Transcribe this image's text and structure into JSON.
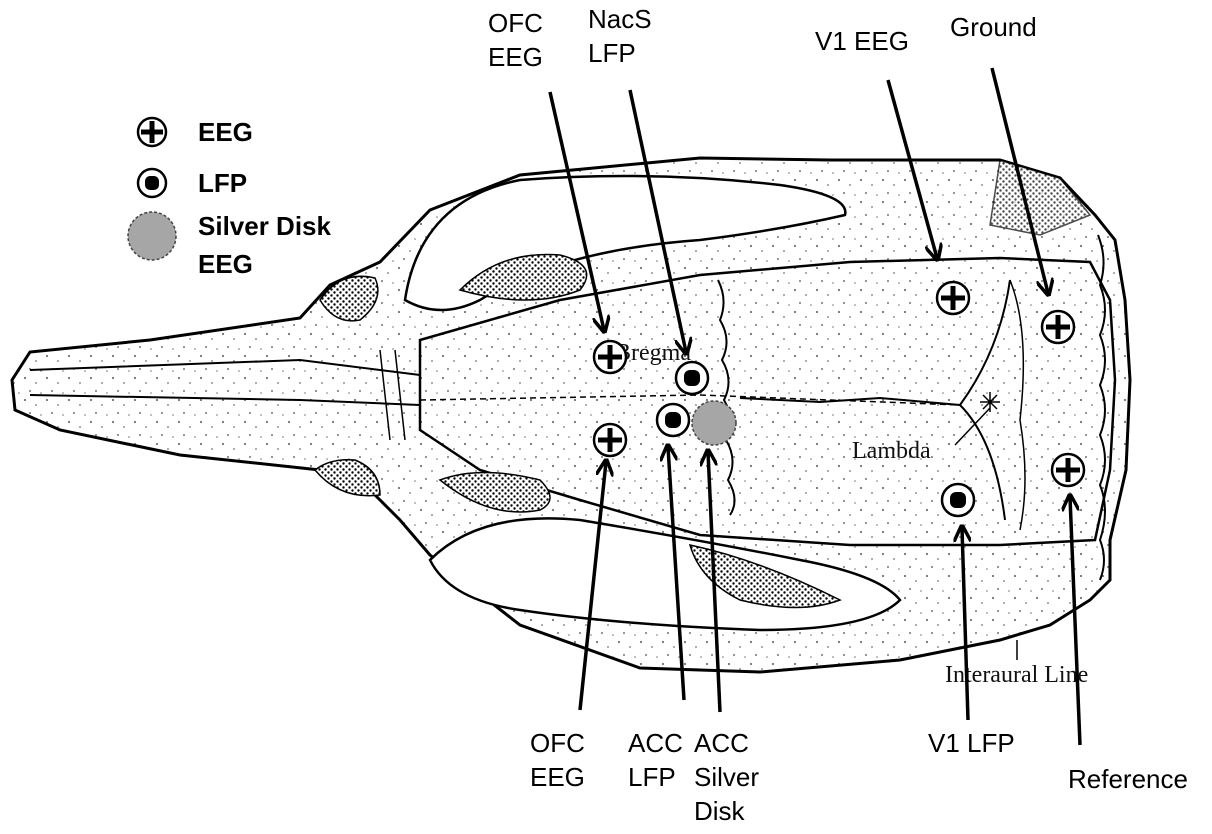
{
  "legend": {
    "eeg": "EEG",
    "lfp": "LFP",
    "silver_disk_line1": "Silver Disk",
    "silver_disk_line2": "EEG"
  },
  "skull_labels": {
    "bregma": "Bregma",
    "lambda": "Lambda",
    "interaural": "Interaural Line"
  },
  "callouts": {
    "ofc_eeg_top": [
      "OFC",
      "EEG"
    ],
    "nacs_lfp": [
      "NacS",
      "LFP"
    ],
    "v1_eeg": "V1 EEG",
    "ground": "Ground",
    "ofc_eeg_bottom": [
      "OFC",
      "EEG"
    ],
    "acc_lfp": [
      "ACC",
      "LFP"
    ],
    "acc_silver_disk": [
      "ACC",
      "Silver",
      "Disk"
    ],
    "v1_lfp": "V1 LFP",
    "reference": "Reference"
  },
  "colors": {
    "ink": "#000000",
    "silver_disk_fill": "#a6a6a6"
  },
  "icons": {
    "eeg": "circled-plus-icon",
    "lfp": "circled-dot-icon",
    "silver_disk": "gray-disk-icon"
  }
}
